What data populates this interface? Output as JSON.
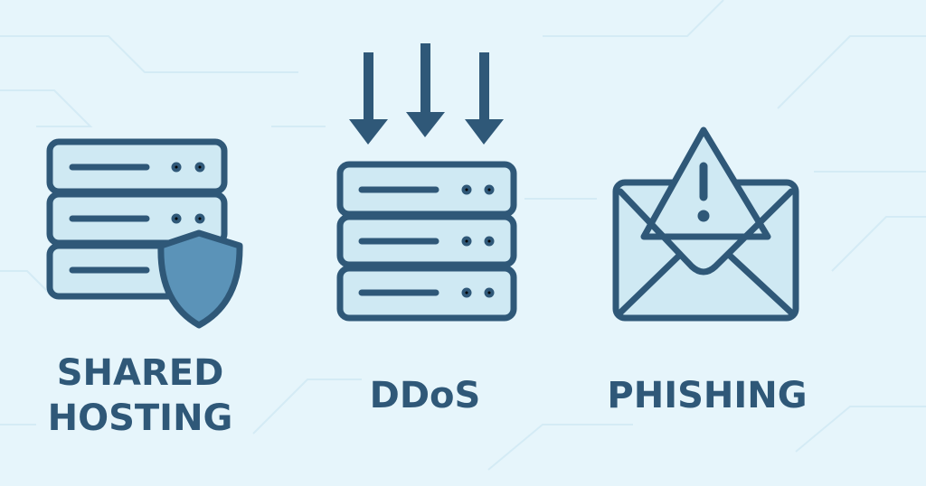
{
  "colors": {
    "background": "#e6f5fb",
    "stroke": "#2f5878",
    "fill": "#cfe9f3",
    "shield": "#5b93b8",
    "circuit": "#d4ebf5"
  },
  "items": [
    {
      "icon": "server-shield-icon",
      "label_line1": "SHARED",
      "label_line2": "HOSTING"
    },
    {
      "icon": "server-arrows-icon",
      "label": "DDoS"
    },
    {
      "icon": "envelope-warning-icon",
      "label": "PHISHING"
    }
  ]
}
